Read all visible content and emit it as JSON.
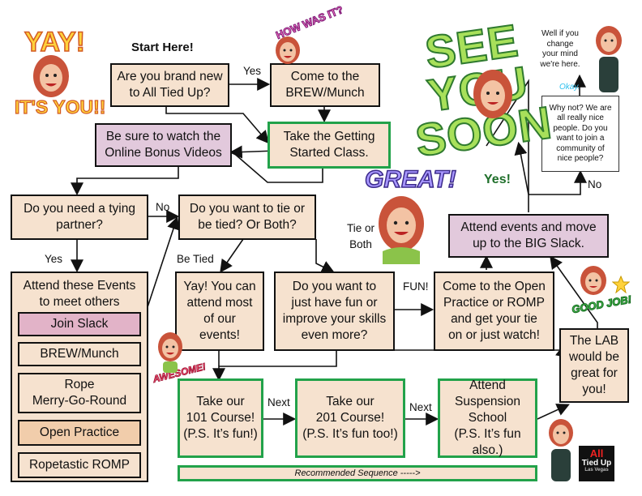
{
  "start_label": "Start Here!",
  "nodes": {
    "brand_new": "Are you brand new\nto All Tied Up?",
    "brew_munch": "Come to the\nBREW/Munch",
    "getting_started": "Take the Getting\nStarted Class.",
    "bonus_videos": "Be sure to watch the\nOnline Bonus Videos",
    "tying_partner": "Do you need a tying\npartner?",
    "tie_or_tied": "Do you want to tie or\nbe tied? Or Both?",
    "attend_events_title": "Attend these Events\nto meet others",
    "yay_attend": "Yay! You can\nattend most\nof our\nevents!",
    "fun_or_improve": "Do you want to\njust have fun or\nimprove your skills\neven more?",
    "open_practice_romp": "Come to the Open\nPractice or ROMP\nand get your tie\non or just watch!",
    "big_slack": "Attend events and move\nup to the BIG Slack.",
    "lab": "The LAB\nwould be\ngreat for\nyou!",
    "course_101": "Take our\n101 Course!\n(P.S. It’s fun!)",
    "course_201": "Take our\n201 Course!\n(P.S. It’s fun too!)",
    "suspension": "Attend\nSuspension\nSchool\n(P.S. It’s fun also.)",
    "recommended": "Recommended Sequence ----->"
  },
  "event_list": [
    "Join Slack",
    "BREW/Munch",
    "Rope\nMerry-Go-Round",
    "Open Practice",
    "Ropetastic ROMP"
  ],
  "edge_labels": {
    "yes1": "Yes",
    "no1": "No",
    "yes2": "Yes",
    "be_tied": "Be Tied",
    "tie_or_both": "Tie or\nBoth",
    "fun": "FUN!",
    "next1": "Next",
    "next2": "Next",
    "yes_big": "Yes!",
    "no2": "No"
  },
  "stickers": {
    "yay": "YAY!",
    "its_you": "IT'S YOU!!",
    "how_was_it": "HOW WAS IT?",
    "see_you_soon": "SEE\nYOU\nSOON",
    "great": "GREAT!",
    "good_job": "GOOD JOB!",
    "awesome": "AWESOME!",
    "okay": "Okay."
  },
  "notes": {
    "change_mind": "Well if you\nchange\nyour mind\nwe're here.",
    "why_not": "Why not? We are\nall really nice\npeople. Do you\nwant to join a\ncommunity of\nnice people?"
  },
  "logo": {
    "line1": "All",
    "line2": "Tied Up",
    "sub": "Las Vegas"
  },
  "colors": {
    "border": "#111111",
    "peach": "#f6e2cf",
    "purple": "#e2c9dc",
    "green": "#22a24a",
    "slack": "#e2b3c8"
  }
}
